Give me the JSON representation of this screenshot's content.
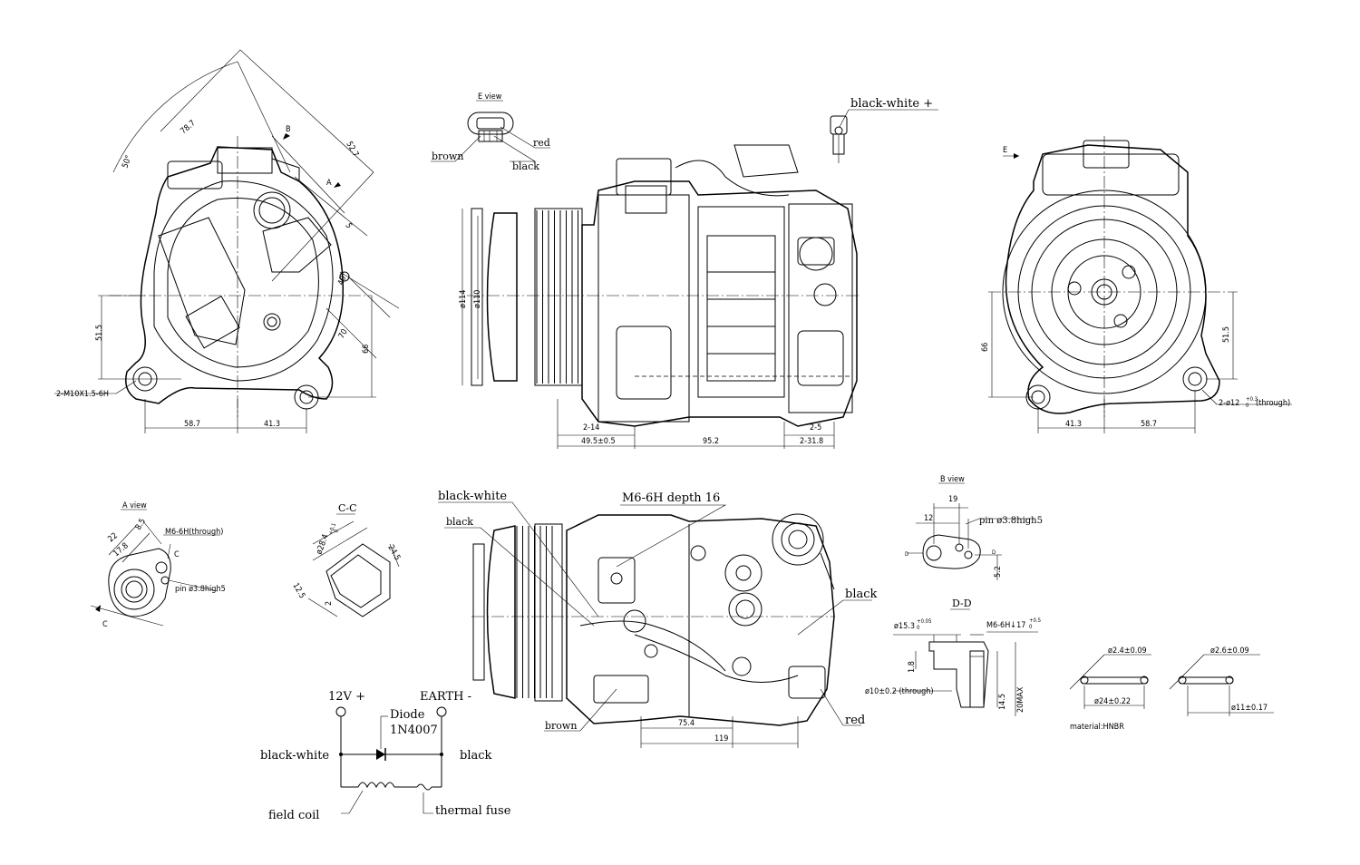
{
  "views": {
    "e_view": "E view",
    "a_view": "A view",
    "b_view": "B view",
    "cc": "C-C",
    "dd": "D-D"
  },
  "marks": {
    "B": "B",
    "A": "A",
    "E": "E",
    "D1": "D",
    "D2": "D",
    "C1": "C",
    "C2": "C"
  },
  "wires": {
    "brown": "brown",
    "red": "red",
    "black": "black",
    "black_white_plus": "black-white +",
    "black_white": "black-white",
    "black_top": "black",
    "black_right": "black",
    "brown_bottom": "brown",
    "red_bottom": "red",
    "m6_depth": "M6-6H depth 16"
  },
  "front_view": {
    "angle_50": "50°",
    "d787": "78.7",
    "d527": "52.7",
    "d5": "5",
    "angle_49": "49°",
    "d70": "70",
    "d66": "66",
    "d515": "51.5",
    "thread": "2-M10X1.5-6H",
    "d587": "58.7",
    "d413": "41.3"
  },
  "side_view": {
    "d114": "ø114",
    "d110": "ø110",
    "d2_14": "2-14",
    "d495": "49.5±0.5",
    "d952": "95.2",
    "d2_5": "2-5",
    "d2_318": "2-31.8"
  },
  "rear_view": {
    "d66": "66",
    "d515": "51.5",
    "hole": "2-ø12",
    "hole_tol_upper": "+0.3",
    "hole_tol_lower": "0",
    "hole_note": "(through)",
    "d413": "41.3",
    "d587": "58.7"
  },
  "a_view": {
    "d22": "22",
    "d85": "8.5",
    "d178": "17.8",
    "thread": "M6-6H(through)",
    "pin": "pin ø3.8high5"
  },
  "cc_view": {
    "dia": "ø28.4",
    "dia_upper": "+0.1",
    "dia_lower": "0",
    "d245": "24.5",
    "d125": "12.5",
    "d2": "2"
  },
  "b_view": {
    "d19": "19",
    "d12": "12",
    "pin": "pin ø3.8high5",
    "d52": "5.2"
  },
  "dd_view": {
    "dia": "ø15.3",
    "dia_upper": "+0.05",
    "dia_lower": "0",
    "thread": "M6-6H↓17",
    "thread_upper": "+0.5",
    "thread_lower": "0",
    "d18": "1.8",
    "through": "ø10±0.2 (through)",
    "d145": "14.5",
    "d20max": "20MAX"
  },
  "orings": {
    "o1_cs": "ø2.4±0.09",
    "o1_id": "ø24±0.22",
    "o2_cs": "ø2.6±0.09",
    "o2_id": "ø11±0.17",
    "material": "material:HNBR"
  },
  "bottom_view": {
    "d754": "75.4",
    "d119": "119"
  },
  "schematic": {
    "plus": "12V +",
    "earth": "EARTH -",
    "diode_label": "Diode",
    "diode_part": "1N4007",
    "black_white": "black-white",
    "black": "black",
    "field_coil": "field coil",
    "thermal_fuse": "thermal fuse"
  }
}
